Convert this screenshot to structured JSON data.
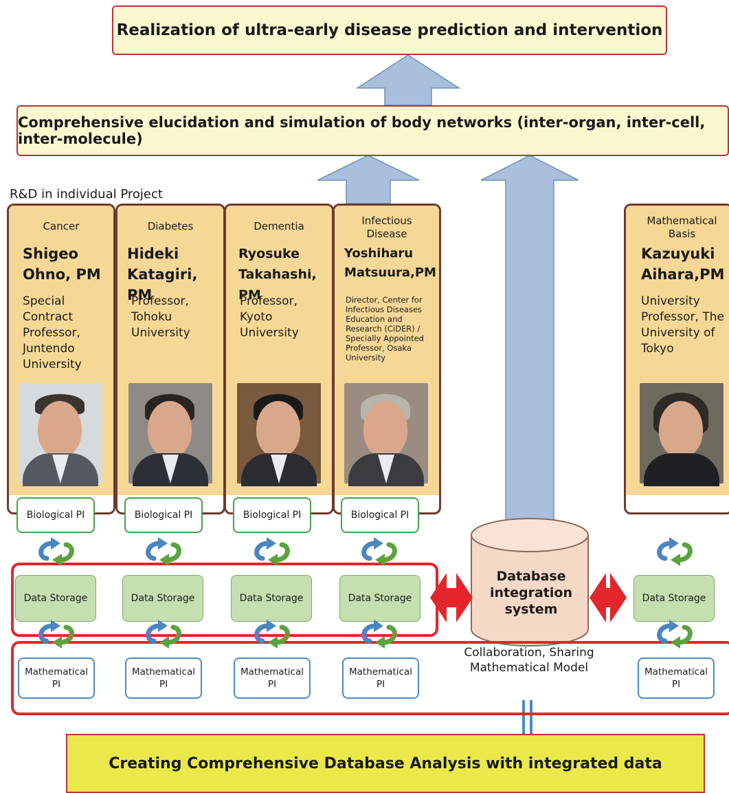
{
  "goal": "Realization of ultra-early disease prediction and intervention",
  "elucidation": "Comprehensive elucidation and simulation of body networks (inter-organ, inter-cell, inter-molecule)",
  "rd_label": "R&D in individual Project",
  "projects": [
    {
      "subject": "Cancer",
      "pm": [
        "Shigeo",
        "Ohno, PM"
      ],
      "affiliation": "Special Contract Professor, Juntendo University"
    },
    {
      "subject": "Diabetes",
      "pm": [
        "Hideki",
        "Katagiri, PM"
      ],
      "affiliation": "Professor, Tohoku University"
    },
    {
      "subject": "Dementia",
      "pm": [
        "Ryosuke",
        "Takahashi, PM"
      ],
      "affiliation": "Professor, Kyoto University"
    },
    {
      "subject": "Infectious Disease",
      "pm": [
        "Yoshiharu",
        "Matsuura,PM"
      ],
      "affiliation": "Director, Center for Infectious Diseases Education and Research (CiDER) / Specially Appointed Professor, Osaka University"
    },
    {
      "subject": "Mathematical Basis",
      "pm": [
        "Kazuyuki",
        "Aihara,PM"
      ],
      "affiliation": "University Professor, The University of Tokyo"
    }
  ],
  "boxes": {
    "biological_pi": "Biological PI",
    "data_storage": "Data Storage",
    "mathematical_pi": "Mathematical PI"
  },
  "database": "Database integration system",
  "collaboration": "Collaboration, Sharing Mathematical Model",
  "bottom": "Creating Comprehensive Database Analysis with integrated data",
  "colors": {
    "column_border": "#6b3b2f",
    "column_fill": "#f6d896",
    "goal_fill": "#fbf8d0",
    "red_band": "#e3262c",
    "arrow_fill": "#a9bfdc",
    "database_fill": "#f6d8c6",
    "bottom_fill": "#eae84a"
  }
}
